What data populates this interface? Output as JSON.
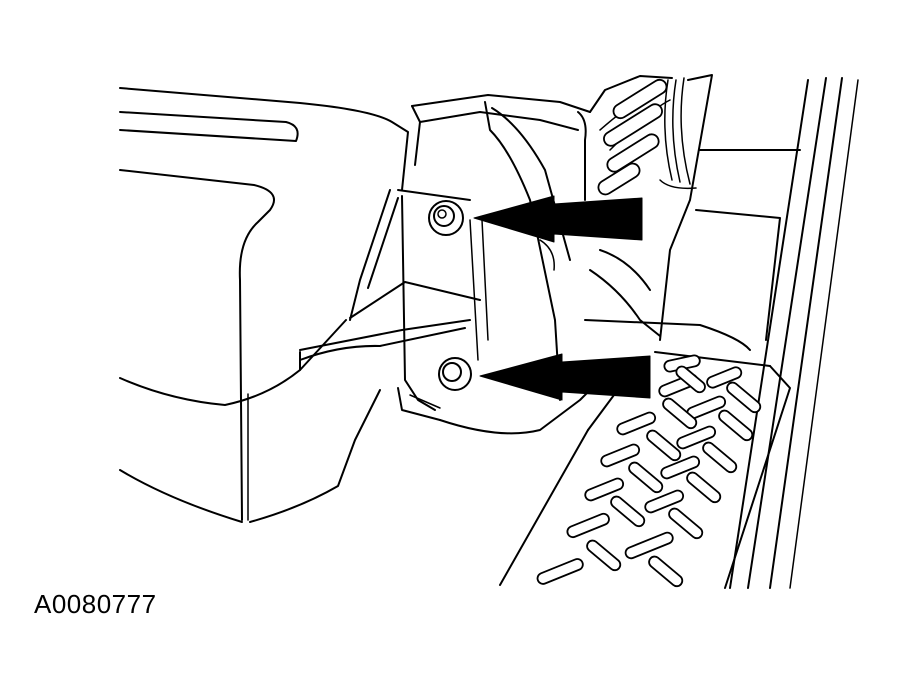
{
  "figure": {
    "id_label": "A0080777",
    "line_color": "#000000",
    "background_color": "#ffffff",
    "callouts": [
      {
        "name": "upper-bolt",
        "arrow": "upper-arrow"
      },
      {
        "name": "lower-bolt",
        "arrow": "lower-arrow"
      }
    ]
  }
}
